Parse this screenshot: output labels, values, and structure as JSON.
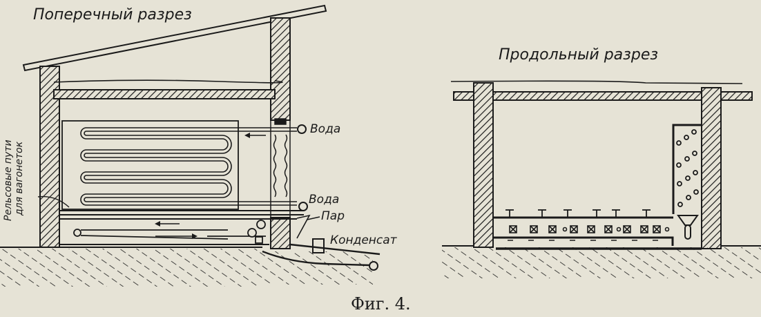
{
  "figure": {
    "caption": "Фиг. 4.",
    "colors": {
      "paper": "#e6e3d6",
      "ink": "#1a1a1a"
    }
  },
  "cross_section": {
    "title": "Поперечный разрез",
    "labels": {
      "water_top": "Вода",
      "water_bottom": "Вода",
      "steam": "Пар",
      "condensate": "Конденсат",
      "rails_line1": "Рельсовые пути",
      "rails_line2": "для вагонеток"
    }
  },
  "longitudinal_section": {
    "title": "Продольный разрез"
  }
}
